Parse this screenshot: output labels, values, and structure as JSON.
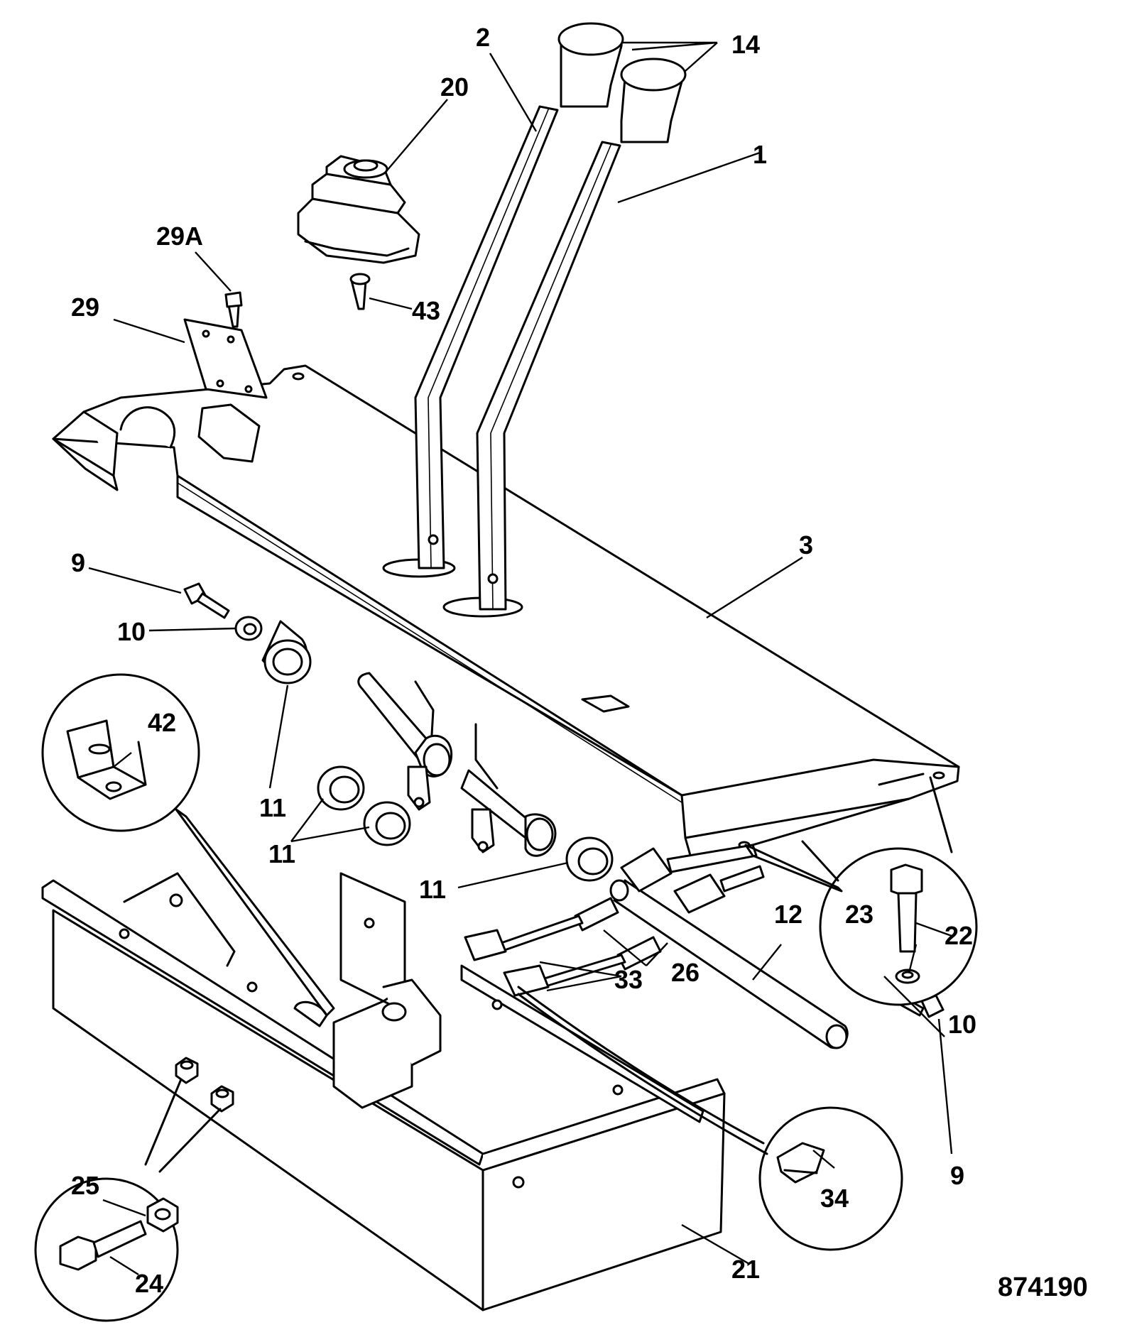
{
  "drawing": {
    "reference_number": "874190"
  },
  "callouts": {
    "p1": "1",
    "p2": "2",
    "p3": "3",
    "p9a": "9",
    "p9b": "9",
    "p10a": "10",
    "p10b": "10",
    "p11a": "11",
    "p11b": "11",
    "p11c": "11",
    "p12": "12",
    "p14": "14",
    "p20": "20",
    "p21": "21",
    "p22": "22",
    "p23": "23",
    "p24": "24",
    "p25": "25",
    "p26": "26",
    "p29": "29",
    "p29a": "29A",
    "p33": "33",
    "p34": "34",
    "p42": "42",
    "p43": "43"
  }
}
